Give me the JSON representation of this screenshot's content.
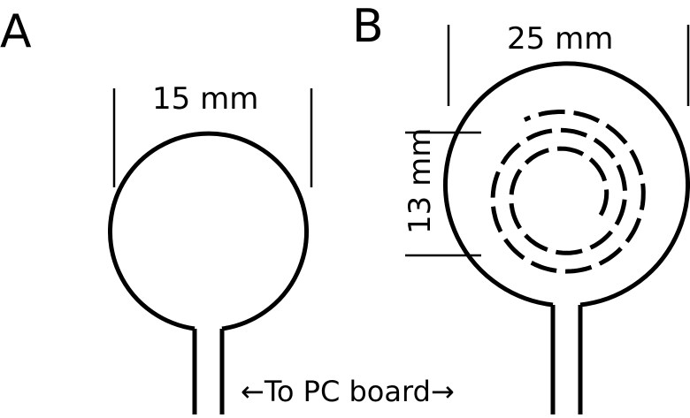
{
  "panels": {
    "a": {
      "letter": "A",
      "diameter_label": "15 mm"
    },
    "b": {
      "letter": "B",
      "diameter_label": "25 mm",
      "spiral_label": "13 mm"
    }
  },
  "connector": {
    "arrow_left": "←",
    "text": "To PC board",
    "arrow_right": "→"
  },
  "colors": {
    "ink": "#000000",
    "paper": "#ffffff"
  }
}
